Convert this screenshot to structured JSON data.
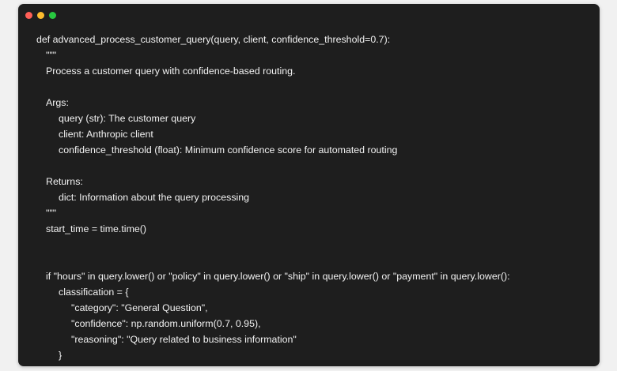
{
  "window": {
    "controls": {
      "close_color": "#ff5f57",
      "minimize_color": "#febc2e",
      "maximize_color": "#28c840"
    }
  },
  "code": {
    "lines": [
      "def advanced_process_customer_query(query, client, confidence_threshold=0.7):",
      "\"\"\"",
      "Process a customer query with confidence-based routing.",
      "",
      "Args:",
      "query (str): The customer query",
      "client: Anthropic client",
      "confidence_threshold (float): Minimum confidence score for automated routing",
      "",
      "Returns:",
      "dict: Information about the query processing",
      "\"\"\"",
      "start_time = time.time()",
      "",
      "",
      "if \"hours\" in query.lower() or \"policy\" in query.lower() or \"ship\" in query.lower() or \"payment\" in query.lower():",
      "classification = {",
      "\"category\": \"General Question\",",
      "\"confidence\": np.random.uniform(0.7, 0.95),",
      "\"reasoning\": \"Query related to business information\"",
      "}"
    ]
  }
}
